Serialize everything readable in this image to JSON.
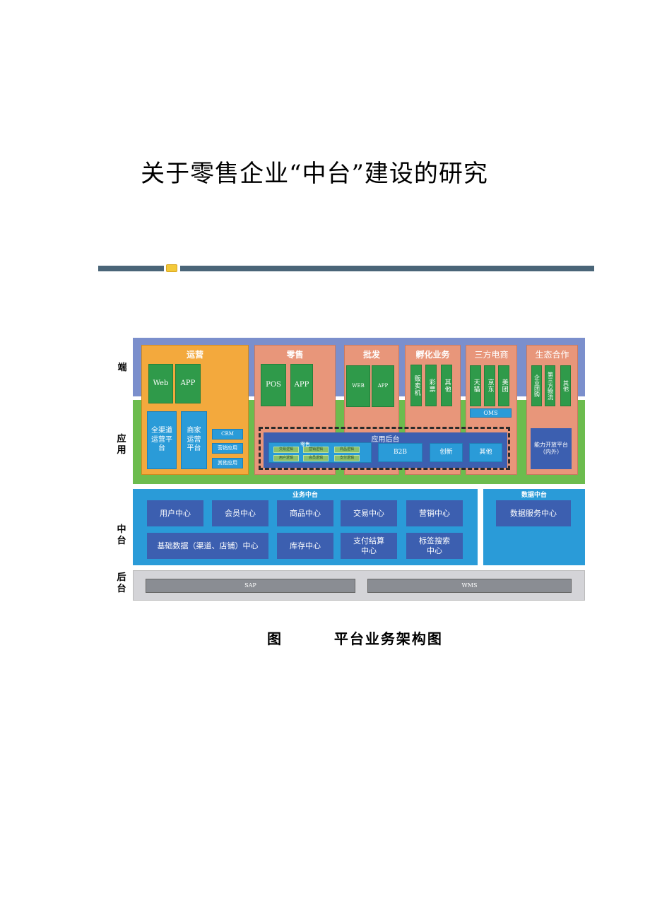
{
  "title": "关于零售企业“中台”建设的研究",
  "caption": {
    "fig": "图",
    "text": "平台业务架构图"
  },
  "diagram": {
    "row_labels": {
      "duan": "端",
      "yingyong": "应用",
      "zhongtai": "中台",
      "houtai": "后台"
    },
    "yunying": {
      "title": "运营",
      "web": "Web",
      "app": "APP",
      "quanqudao": "全渠道运营平台",
      "shangjia": "商家运营平台",
      "crm": "CRM",
      "yingxiao": "营销应用",
      "qita": "其他应用"
    },
    "lingshou": {
      "title": "零售",
      "pos": "POS",
      "app": "APP"
    },
    "pifa": {
      "title": "批发",
      "web": "WEB",
      "app": "APP"
    },
    "fuhua": {
      "title": "孵化业务",
      "items": [
        "贩卖机",
        "彩票",
        "其他"
      ]
    },
    "sanfang": {
      "title": "三方电商",
      "items": [
        "天猫",
        "京东",
        "美团"
      ],
      "oms": "OMS"
    },
    "shengtai": {
      "title": "生态合作",
      "items": [
        "企业团购",
        "第三方物流",
        "其他"
      ],
      "platform": "能力开放平台（内外）"
    },
    "houtai_app": {
      "title": "应用后台",
      "retail": "零售",
      "logic": [
        "交易逻辑",
        "营销逻辑",
        "商品逻辑",
        "用户逻辑",
        "会员逻辑",
        "支付逻辑"
      ],
      "b2b": "B2B",
      "chuangxin": "创新",
      "qita": "其他"
    },
    "yewu": {
      "title": "业务中台",
      "items": [
        "用户中心",
        "会员中心",
        "商品中心",
        "交易中心",
        "营销中心",
        "基础数据（渠道、店铺）中心",
        "库存中心",
        "支付结算中心",
        "标签搜索中心"
      ]
    },
    "shuju": {
      "title": "数据中台",
      "item": "数据服务中心"
    },
    "backend": {
      "sap": "SAP",
      "wms": "WMS"
    }
  }
}
